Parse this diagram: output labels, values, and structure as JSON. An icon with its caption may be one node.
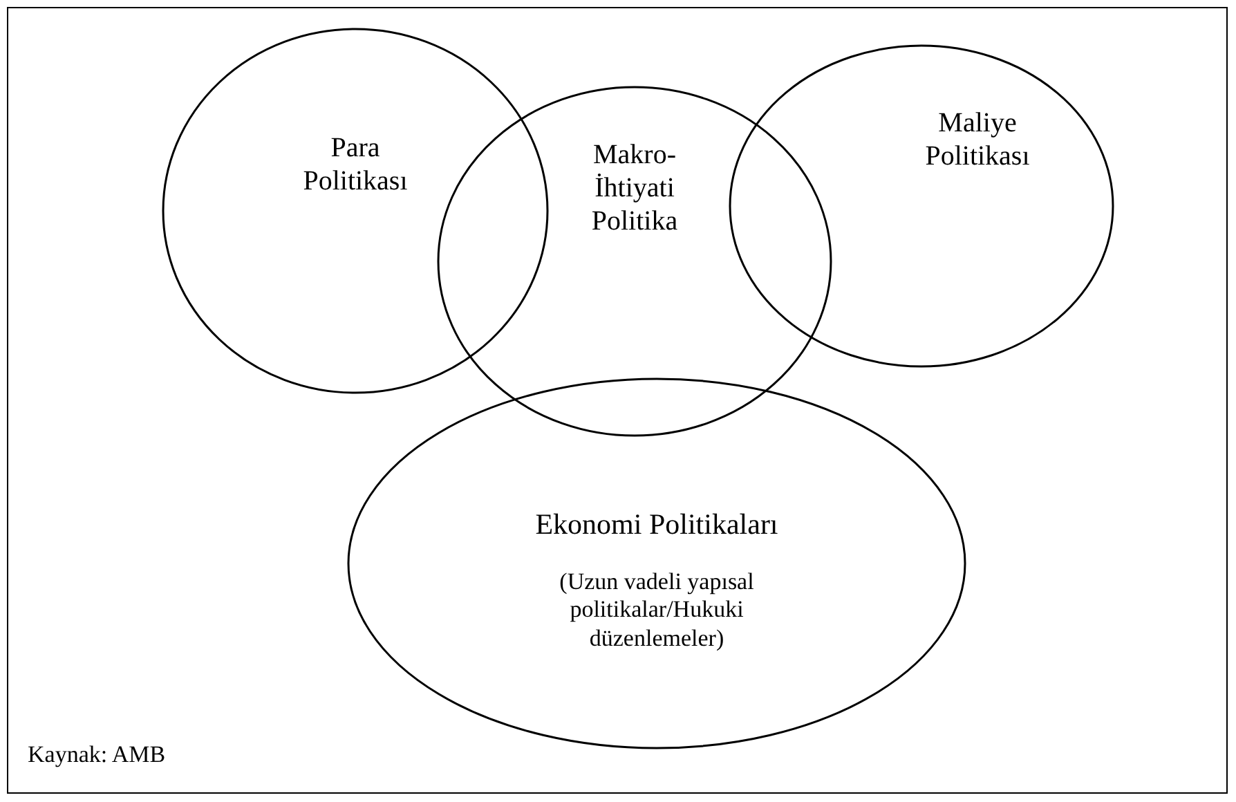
{
  "diagram": {
    "nodes": [
      {
        "text": [
          "Para Politikası"
        ]
      },
      {
        "text": [
          "Makro-İhtiyati Politika"
        ]
      },
      {
        "text": [
          "Maliye Politikası"
        ]
      },
      {
        "text": [
          "Ekonomi Politikaları",
          "(Uzun vadeli yapısal politikalar/Hukuki düzenlemeler)"
        ]
      }
    ],
    "edges": [],
    "labels": [
      "Kaynak: AMB"
    ]
  }
}
